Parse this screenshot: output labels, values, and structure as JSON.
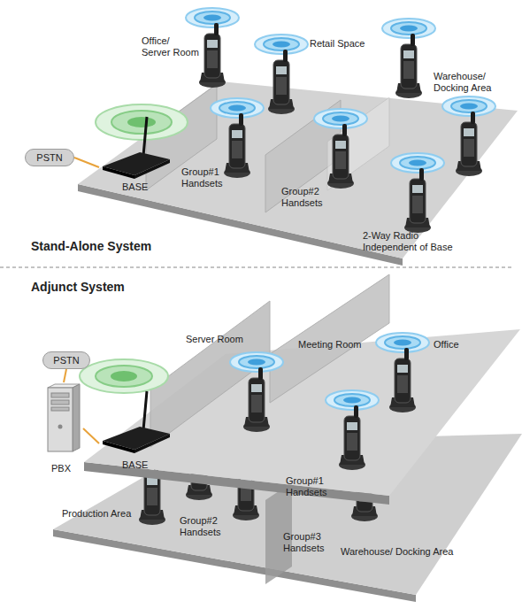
{
  "diagram": {
    "nodes": [
      {
        "text": [
          "PSTN"
        ]
      },
      {
        "text": [
          "BASE"
        ]
      },
      {
        "text": [
          "PSTN"
        ]
      },
      {
        "text": [
          "PBX"
        ]
      },
      {
        "text": [
          "BASE"
        ]
      }
    ],
    "edges": [
      {
        "from": 0,
        "to": 1,
        "arrow": "none"
      },
      {
        "from": 2,
        "to": 3,
        "arrow": "none"
      },
      {
        "from": 3,
        "to": 4,
        "arrow": "none"
      }
    ],
    "labels": [
      "Office/ Server Room",
      "Retail Space",
      "Warehouse/ Docking Area",
      "Group#1 Handsets",
      "Group#2 Handsets",
      "2-Way Radio Independent of Base",
      "Stand-Alone System",
      "Adjunct System",
      "Server Room",
      "Meeting Room",
      "Office",
      "Group#1 Handsets",
      "Production Area",
      "Group#2 Handsets",
      "Group#3 Handsets",
      "Warehouse/ Docking Area"
    ]
  }
}
